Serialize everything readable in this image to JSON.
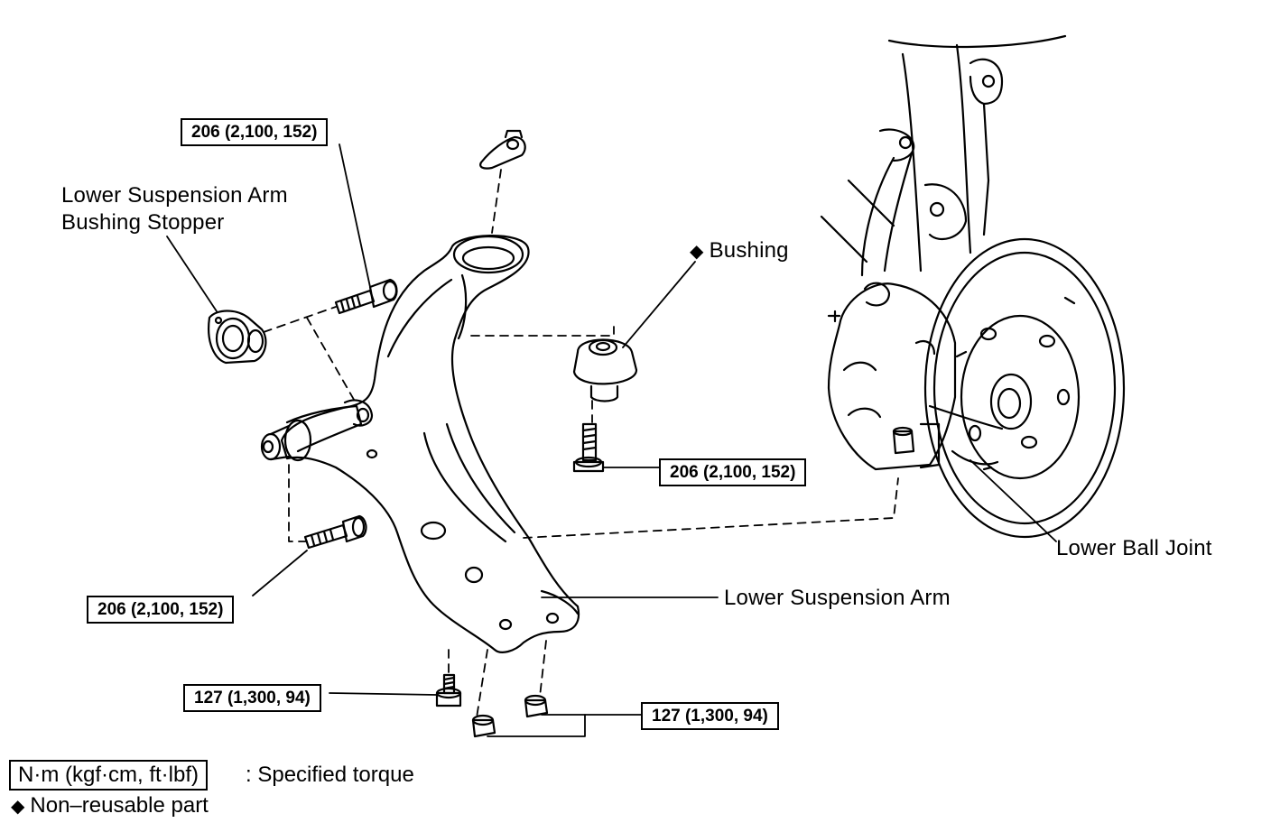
{
  "labels": {
    "bushing_stopper": "Lower Suspension Arm\nBushing Stopper",
    "bushing": "Bushing",
    "lower_ball_joint": "Lower Ball Joint",
    "lower_suspension_arm": "Lower Suspension Arm"
  },
  "torques": {
    "top_bolt": "206 (2,100, 152)",
    "bushing_bolt": "206 (2,100, 152)",
    "front_bolt": "206 (2,100, 152)",
    "ball_joint_bolt": "127 (1,300, 94)",
    "ball_joint_nuts": "127 (1,300, 94)"
  },
  "legend": {
    "unit_box": "N·m (kgf·cm, ft·lbf)",
    "unit_desc": ": Specified torque",
    "diamond": "◆",
    "nonreusable": "Non–reusable part"
  },
  "markers": {
    "bushing_diamond": "◆"
  }
}
